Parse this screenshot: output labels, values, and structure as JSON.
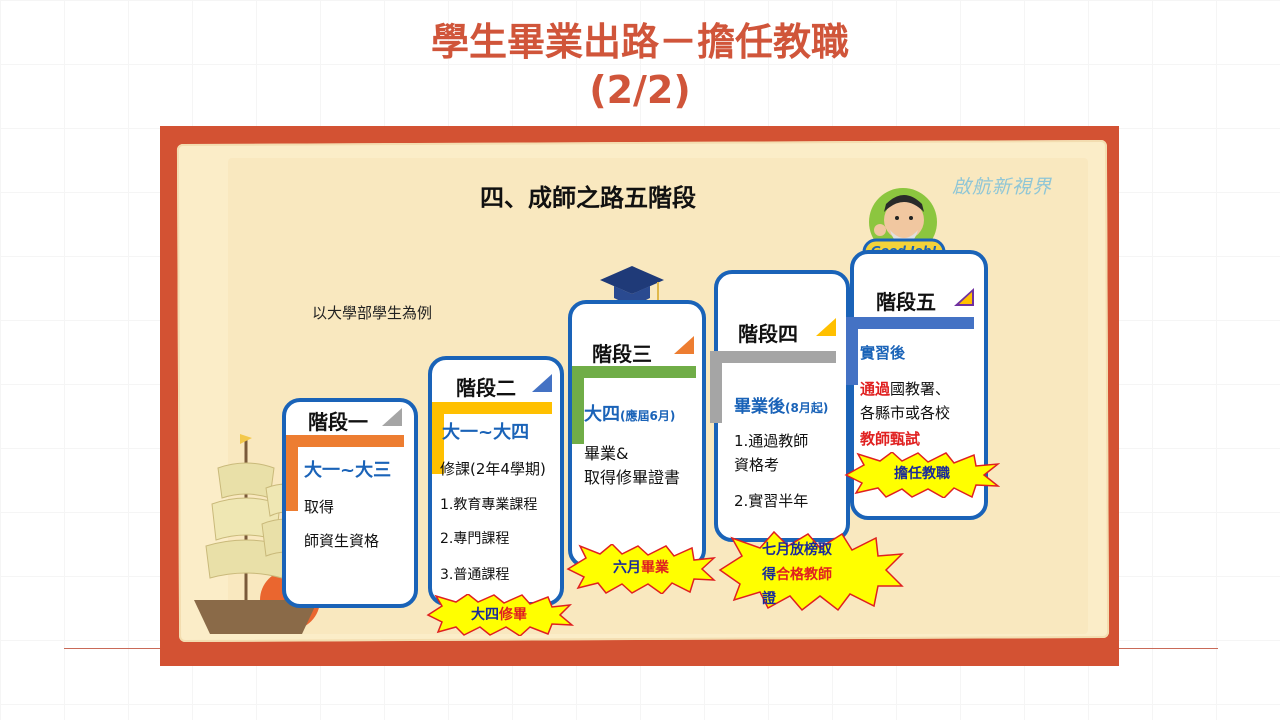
{
  "slide": {
    "title_line1": "學生畢業出路－擔任教職",
    "title_line2": "(2/2)"
  },
  "poster": {
    "heading": "四、成師之路五階段",
    "brand": "啟航新視界",
    "example_note": "以大學部學生為例",
    "badge": "Good Job!",
    "stages": [
      {
        "title": "階段一",
        "period": "大一~大三",
        "lines": [
          "取得",
          "師資生資格"
        ]
      },
      {
        "title": "階段二",
        "period": "大一~大四",
        "lines": [
          "修課(2年4學期)",
          "1.教育專業課程",
          "2.專門課程",
          "3.普通課程"
        ],
        "burst_prefix": "大四",
        "burst_highlight": "修畢"
      },
      {
        "title": "階段三",
        "period": "大四",
        "period_note": "(應屆6月)",
        "lines": [
          "畢業&",
          "取得修畢證書"
        ],
        "burst_prefix": "六月",
        "burst_highlight": "畢業"
      },
      {
        "title": "階段四",
        "period": "畢業後",
        "period_note": "(8月起)",
        "lines": [
          "1.通過教師",
          "資格考",
          "2.實習半年"
        ],
        "burst_line1": "七月放榜取",
        "burst_line2_prefix": "得",
        "burst_line2_highlight": "合格教師",
        "burst_line3": "證"
      },
      {
        "title": "階段五",
        "period": "實習後",
        "pass_highlight": "通過",
        "lines": [
          "國教署、",
          "各縣市或各校"
        ],
        "exam": "教師甄試",
        "burst_text": "擔任教職"
      }
    ]
  },
  "colors": {
    "title": "#d0553a",
    "frame": "#d35233",
    "paper": "#fbedc8",
    "stage_border": "#1a63b8",
    "stage1_accent": "#ed7d31",
    "stage2_accent": "#ffc000",
    "stage3_accent": "#70ad47",
    "stage4_accent": "#a5a5a5",
    "stage5_accent": "#4472c4",
    "burst": "#ffff00",
    "burst_edge": "#e02020"
  }
}
